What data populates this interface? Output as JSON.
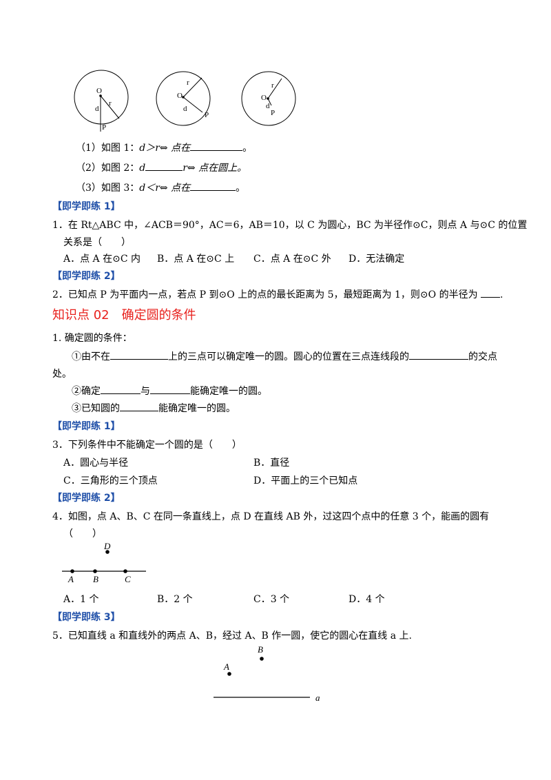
{
  "figures": {
    "fig1": {
      "o": "O",
      "r": "r",
      "d": "d",
      "p": "P"
    },
    "fig2": {
      "o": "O",
      "r": "r",
      "d": "d",
      "p": "P"
    },
    "fig3": {
      "o": "O",
      "r": "r",
      "d": "d",
      "p": "P"
    }
  },
  "pos": {
    "l1_a": "（1）如图 1：",
    "l1_b": "d＞r⇔ 点在",
    "l1_c": "。",
    "l2_a": "（2）如图 2：",
    "l2_b": "d",
    "l2_c": "r⇔ 点在圆上。",
    "l3_a": "（3）如图 3：",
    "l3_b": "d＜r⇔ 点在",
    "l3_c": "。"
  },
  "tag1": "【即学即练 1】",
  "q1": {
    "line1": "1．在 Rt△ABC 中，∠ACB＝90°，AC＝6，AB＝10，以 C 为圆心，BC 为半径作⊙C，则点 A 与⊙C 的位置",
    "line2": "关系是（　　）",
    "A": "A．点 A 在⊙C 内",
    "B": "B．点 A 在⊙C 上",
    "C": "C．点 A 在⊙C 外",
    "D": "D．无法确定"
  },
  "tag2": "【即学即练 2】",
  "q2": {
    "text": "2．已知点 P 为平面内一点，若点 P 到⊙O 上的点的最长距离为 5，最短距离为 1，则⊙O 的半径为",
    "end": "."
  },
  "section": "知识点 02　确定圆的条件",
  "cond": {
    "title": "1. 确定圆的条件：",
    "c1_a": "①由不在",
    "c1_b": "上的三点可以确定唯一的圆。圆心的位置在三点连线段的",
    "c1_c": "的交点",
    "c1_d": "处。",
    "c2_a": "②确定",
    "c2_b": "与",
    "c2_c": "能确定唯一的圆。",
    "c3_a": "③已知圆的",
    "c3_b": "能确定唯一的圆。"
  },
  "tag3": "【即学即练 1】",
  "q3": {
    "text": "3．下列条件中不能确定一个圆的是（　　）",
    "A": "A．圆心与半径",
    "B": "B．直径",
    "C": "C．三角形的三个顶点",
    "D": "D．平面上的三个已知点"
  },
  "tag4": "【即学即练 2】",
  "q4": {
    "line1": "4．如图，点 A、B、C 在同一条直线上，点 D 在直线 AB 外，过这四个点中的任意 3 个，能画的圆有",
    "line2": "（　　）",
    "fig": {
      "a": "A",
      "b": "B",
      "c": "C",
      "d": "D"
    },
    "A": "A．1 个",
    "B": "B．2 个",
    "C": "C．3 个",
    "D": "D．4 个"
  },
  "tag5": "【即学即练 3】",
  "q5": {
    "text": "5．已知直线 a 和直线外的两点 A、B，经过 A、B 作一圆，使它的圆心在直线 a 上.",
    "fig": {
      "a": "A",
      "b": "B",
      "line": "a"
    }
  }
}
